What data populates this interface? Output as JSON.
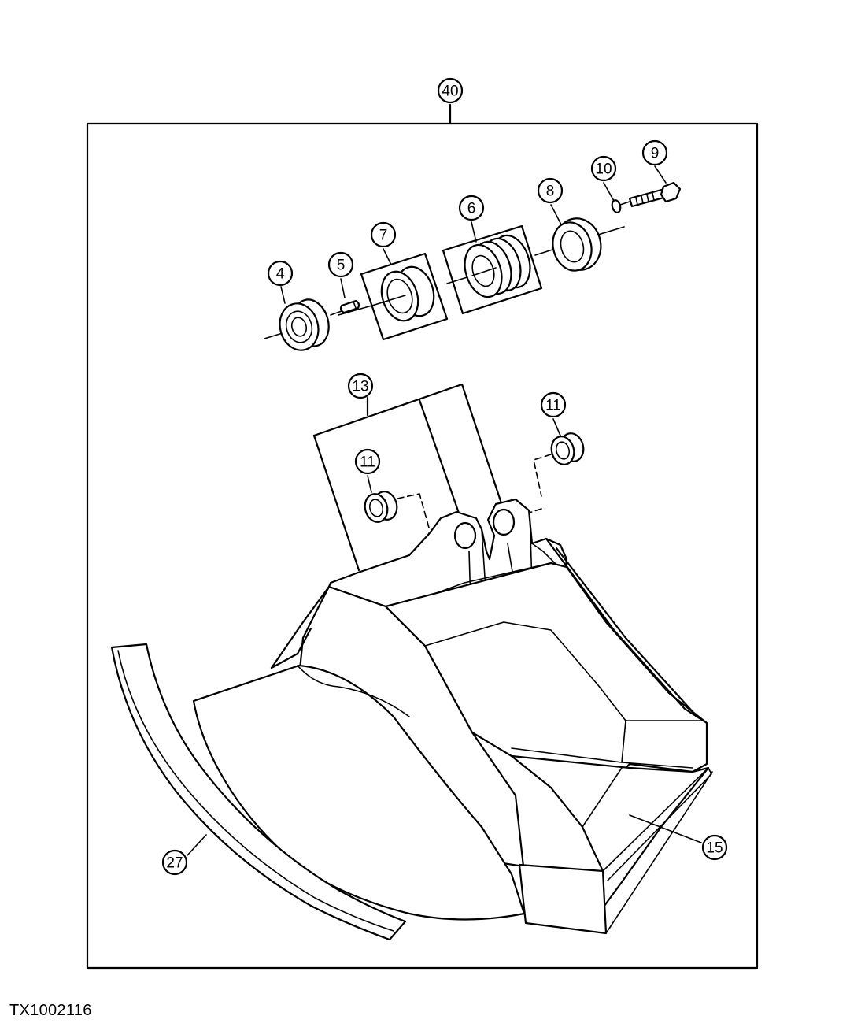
{
  "figure_id": "TX1002116",
  "callouts": {
    "c40": "40",
    "c4": "4",
    "c5": "5",
    "c7": "7",
    "c6": "6",
    "c8": "8",
    "c10": "10",
    "c9": "9",
    "c13": "13",
    "c11a": "11",
    "c11b": "11",
    "c15": "15",
    "c27": "27"
  }
}
